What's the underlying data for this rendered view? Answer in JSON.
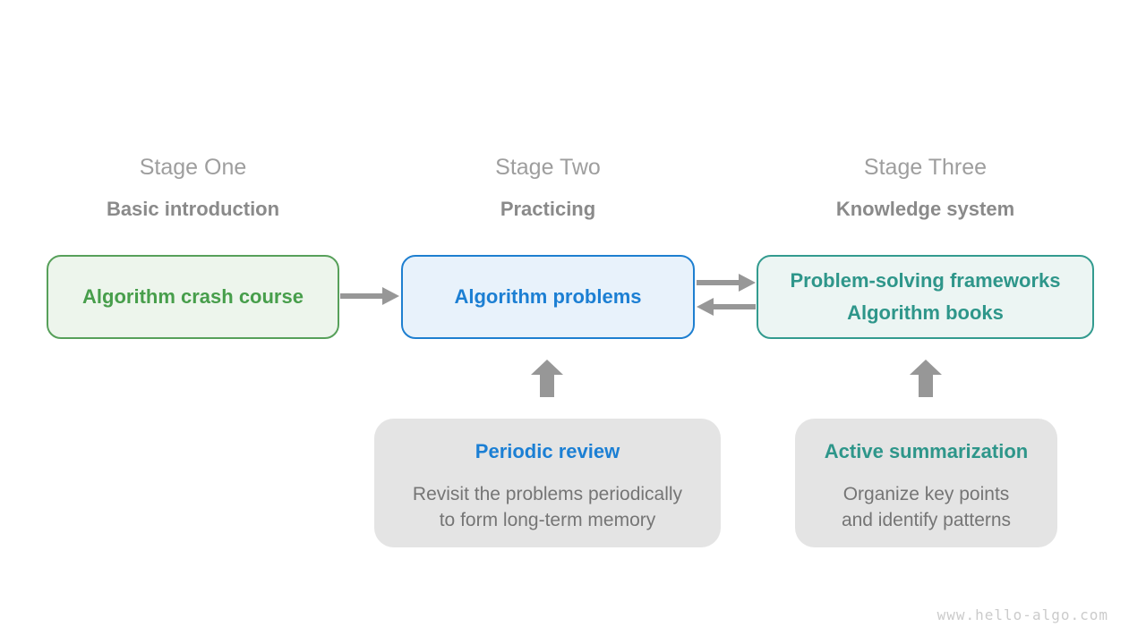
{
  "stages": [
    {
      "title": "Stage One",
      "subtitle": "Basic introduction",
      "box": {
        "lines": [
          "Algorithm crash course"
        ]
      },
      "theme": "green"
    },
    {
      "title": "Stage Two",
      "subtitle": "Practicing",
      "box": {
        "lines": [
          "Algorithm problems"
        ]
      },
      "theme": "blue"
    },
    {
      "title": "Stage Three",
      "subtitle": "Knowledge system",
      "box": {
        "lines": [
          "Problem-solving frameworks",
          "Algorithm books"
        ]
      },
      "theme": "teal"
    }
  ],
  "notes": [
    {
      "title": "Periodic review",
      "body": [
        "Revisit the problems periodically",
        "to form long-term memory"
      ],
      "theme": "blue",
      "points_to": "Algorithm problems"
    },
    {
      "title": "Active summarization",
      "body": [
        "Organize key points",
        "and identify patterns"
      ],
      "theme": "teal",
      "points_to": "Problem-solving frameworks / Algorithm books"
    }
  ],
  "arrows": [
    {
      "from": "Algorithm crash course",
      "to": "Algorithm problems",
      "direction": "right"
    },
    {
      "from": "Algorithm problems",
      "to": "Problem-solving frameworks",
      "direction": "right"
    },
    {
      "from": "Problem-solving frameworks",
      "to": "Algorithm problems",
      "direction": "left"
    },
    {
      "from": "Periodic review",
      "to": "Algorithm problems",
      "direction": "up"
    },
    {
      "from": "Active summarization",
      "to": "Problem-solving frameworks",
      "direction": "up"
    }
  ],
  "colors": {
    "green_text": "#479E4B",
    "green_border": "#57A05A",
    "green_fill": "#EDF5EC",
    "blue_text": "#1C7FD3",
    "blue_border": "#1E7FD0",
    "blue_fill": "#E8F2FB",
    "teal_text": "#2E968A",
    "teal_border": "#339B8F",
    "teal_fill": "#ECF5F3",
    "stage_title": "#9E9E9E",
    "stage_subtitle": "#8A8A8A",
    "note_fill": "#E4E4E4",
    "note_body": "#757575",
    "arrow": "#979797",
    "watermark": "#CBCBCB"
  },
  "footer": {
    "watermark": "www.hello-algo.com"
  }
}
